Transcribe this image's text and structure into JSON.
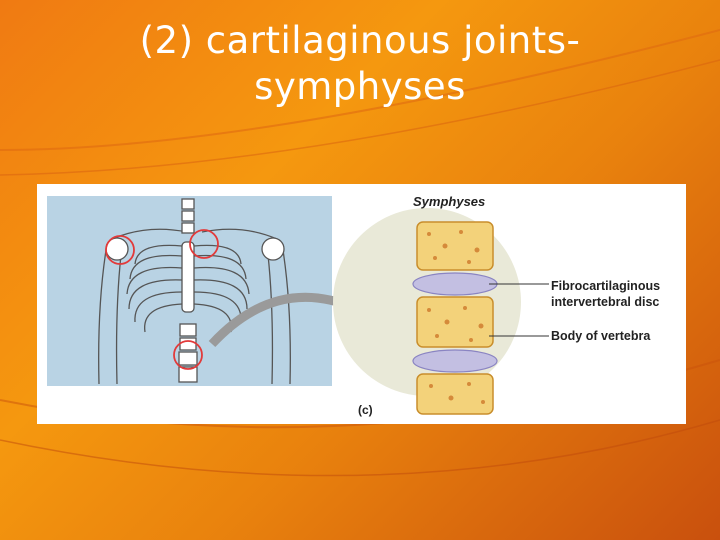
{
  "slide": {
    "title_line1": "(2) cartilaginous joints-",
    "title_line2": "symphyses"
  },
  "figure": {
    "heading": "Symphyses",
    "label_disc_line1": "Fibrocartilaginous",
    "label_disc_line2": "intervertebral disc",
    "label_body": "Body of vertebra",
    "panel_letter": "(c)"
  },
  "colors": {
    "background": "#f5980f",
    "title_text": "#ffffff",
    "skeleton_panel": "#b9d3e4",
    "highlight_circle": "#e23a3a",
    "bone": "#f3d27a",
    "disc": "#c3bfe2"
  }
}
